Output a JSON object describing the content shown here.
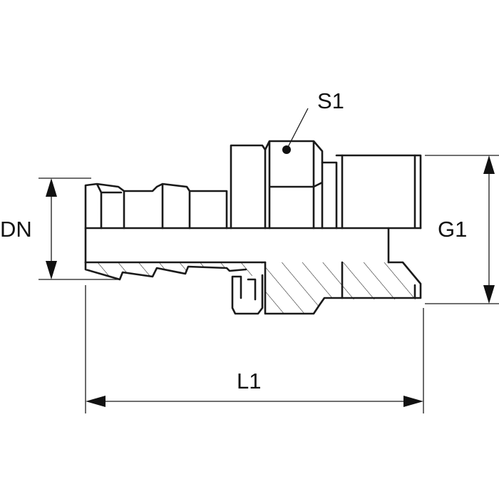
{
  "labels": {
    "s1": "S1",
    "dn": "DN",
    "g1": "G1",
    "l1": "L1"
  }
}
